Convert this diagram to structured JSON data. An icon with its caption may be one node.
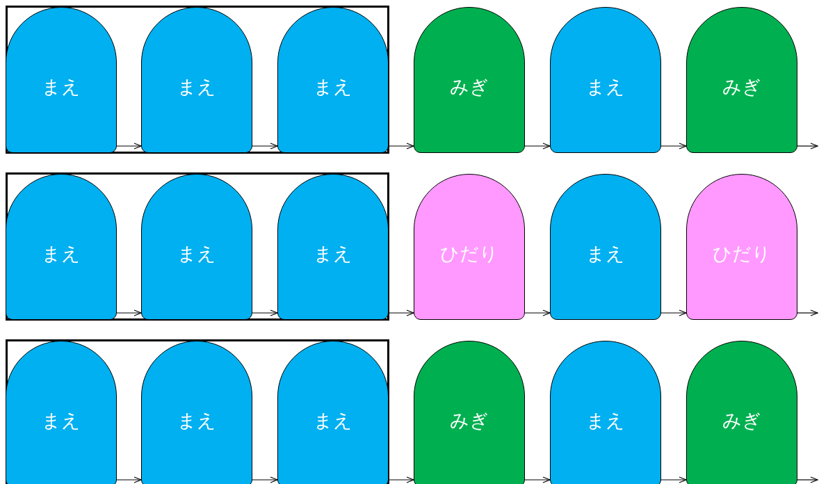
{
  "diagram": {
    "nodes": [
      {
        "text": [],
        "shape": "box"
      },
      {
        "text": [
          "まえ"
        ],
        "in": 0
      },
      {
        "text": [
          "まえ"
        ],
        "in": 0
      },
      {
        "text": [
          "まえ"
        ],
        "in": 0
      },
      {
        "text": [
          "みぎ"
        ]
      },
      {
        "text": [
          "まえ"
        ]
      },
      {
        "text": [
          "みぎ"
        ]
      },
      {
        "text": [],
        "shape": "box"
      },
      {
        "text": [
          "まえ"
        ],
        "in": 7
      },
      {
        "text": [
          "まえ"
        ],
        "in": 7
      },
      {
        "text": [
          "まえ"
        ],
        "in": 7
      },
      {
        "text": [
          "ひだり"
        ]
      },
      {
        "text": [
          "まえ"
        ]
      },
      {
        "text": [
          "ひだり"
        ]
      },
      {
        "text": [],
        "shape": "box"
      },
      {
        "text": [
          "まえ"
        ],
        "in": 14
      },
      {
        "text": [
          "まえ"
        ],
        "in": 14
      },
      {
        "text": [
          "まえ"
        ],
        "in": 14
      },
      {
        "text": [
          "みぎ"
        ]
      },
      {
        "text": [
          "まえ"
        ]
      },
      {
        "text": [
          "みぎ"
        ]
      }
    ],
    "edges": [
      {
        "from": 1,
        "to": 2,
        "arrow": "to"
      },
      {
        "from": 2,
        "to": 3,
        "arrow": "to"
      },
      {
        "from": 3,
        "to": 4,
        "arrow": "to"
      },
      {
        "from": 4,
        "to": 5,
        "arrow": "to"
      },
      {
        "from": 5,
        "to": 6,
        "arrow": "to"
      },
      {
        "from": 6,
        "to": null,
        "arrow": "to"
      },
      {
        "from": 8,
        "to": 9,
        "arrow": "to"
      },
      {
        "from": 9,
        "to": 10,
        "arrow": "to"
      },
      {
        "from": 10,
        "to": 11,
        "arrow": "to"
      },
      {
        "from": 11,
        "to": 12,
        "arrow": "to"
      },
      {
        "from": 12,
        "to": 13,
        "arrow": "to"
      },
      {
        "from": 13,
        "to": null,
        "arrow": "to"
      },
      {
        "from": 15,
        "to": 16,
        "arrow": "to"
      },
      {
        "from": 16,
        "to": 17,
        "arrow": "to"
      },
      {
        "from": 17,
        "to": 18,
        "arrow": "to"
      },
      {
        "from": 18,
        "to": 19,
        "arrow": "to"
      },
      {
        "from": 19,
        "to": 20,
        "arrow": "to"
      },
      {
        "from": 20,
        "to": null,
        "arrow": "to"
      }
    ]
  }
}
